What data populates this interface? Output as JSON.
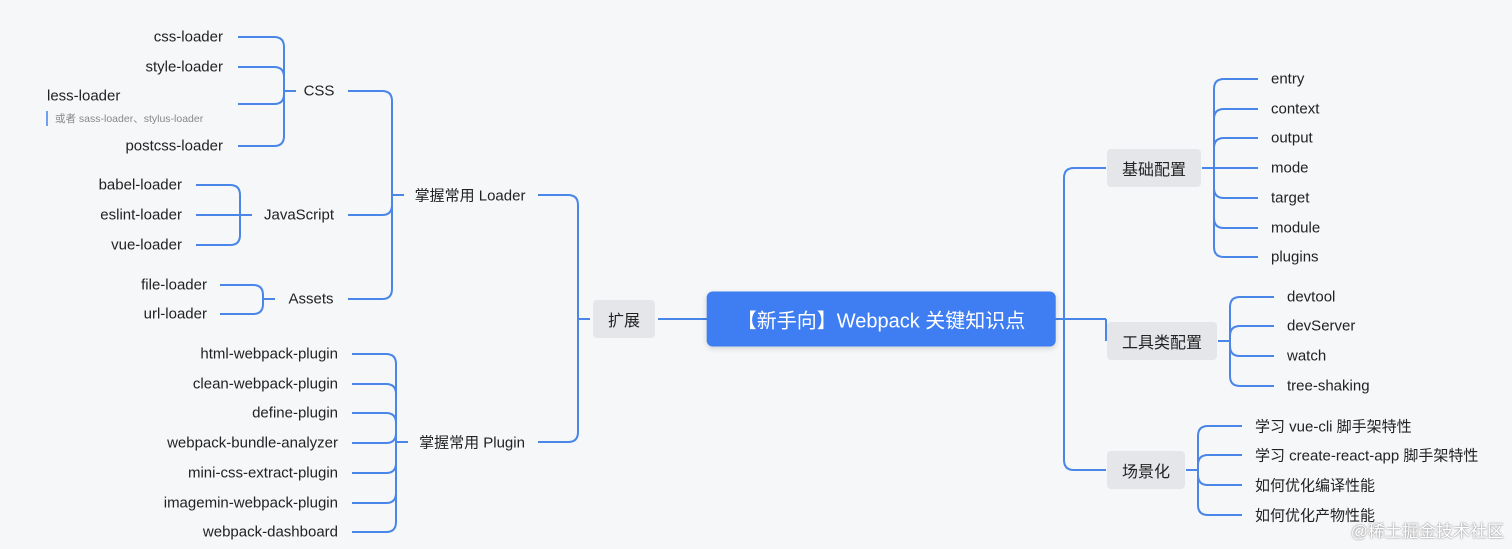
{
  "root": "【新手向】Webpack 关键知识点",
  "left": {
    "ext": "扩展",
    "loader": {
      "title": "掌握常用 Loader",
      "css": {
        "title": "CSS",
        "items": [
          "css-loader",
          "style-loader",
          "less-loader",
          "postcss-loader"
        ],
        "note": "或者 sass-loader、stylus-loader"
      },
      "js": {
        "title": "JavaScript",
        "items": [
          "babel-loader",
          "eslint-loader",
          "vue-loader"
        ]
      },
      "assets": {
        "title": "Assets",
        "items": [
          "file-loader",
          "url-loader"
        ]
      }
    },
    "plugin": {
      "title": "掌握常用 Plugin",
      "items": [
        "html-webpack-plugin",
        "clean-webpack-plugin",
        "define-plugin",
        "webpack-bundle-analyzer",
        "mini-css-extract-plugin",
        "imagemin-webpack-plugin",
        "webpack-dashboard"
      ]
    }
  },
  "right": {
    "basic": {
      "title": "基础配置",
      "items": [
        "entry",
        "context",
        "output",
        "mode",
        "target",
        "module",
        "plugins"
      ]
    },
    "tools": {
      "title": "工具类配置",
      "items": [
        "devtool",
        "devServer",
        "watch",
        "tree-shaking"
      ]
    },
    "scene": {
      "title": "场景化",
      "items": [
        "学习 vue-cli 脚手架特性",
        "学习 create-react-app 脚手架特性",
        "如何优化编译性能",
        "如何优化产物性能"
      ]
    }
  },
  "watermark": "@稀土掘金技术社区",
  "colors": {
    "accent": "#3f7ef2",
    "edge": "#4a86e8",
    "box": "#e4e6ea"
  }
}
